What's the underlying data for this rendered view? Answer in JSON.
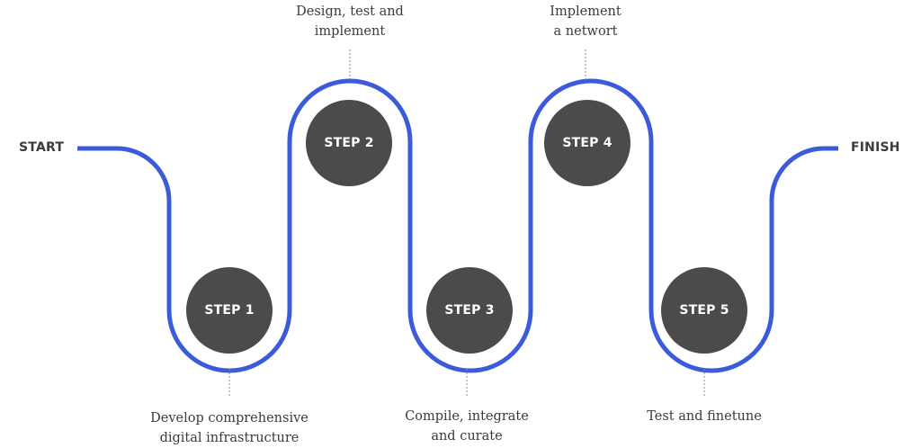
{
  "endpoints": {
    "start": "START",
    "finish": "FINISH"
  },
  "steps": [
    {
      "label": "STEP 1",
      "caption": [
        "Develop comprehensive",
        "digital infrastructure"
      ]
    },
    {
      "label": "STEP 2",
      "caption": [
        "Design, test and",
        "implement"
      ]
    },
    {
      "label": "STEP 3",
      "caption": [
        "Compile, integrate",
        "and curate"
      ]
    },
    {
      "label": "STEP 4",
      "caption": [
        "Implement",
        "a networt"
      ]
    },
    {
      "label": "STEP 5",
      "caption": [
        "Test and finetune"
      ]
    }
  ],
  "colors": {
    "path": "#3b5bdb",
    "circle": "#4b4b4b",
    "connector": "#8a8a8a"
  }
}
